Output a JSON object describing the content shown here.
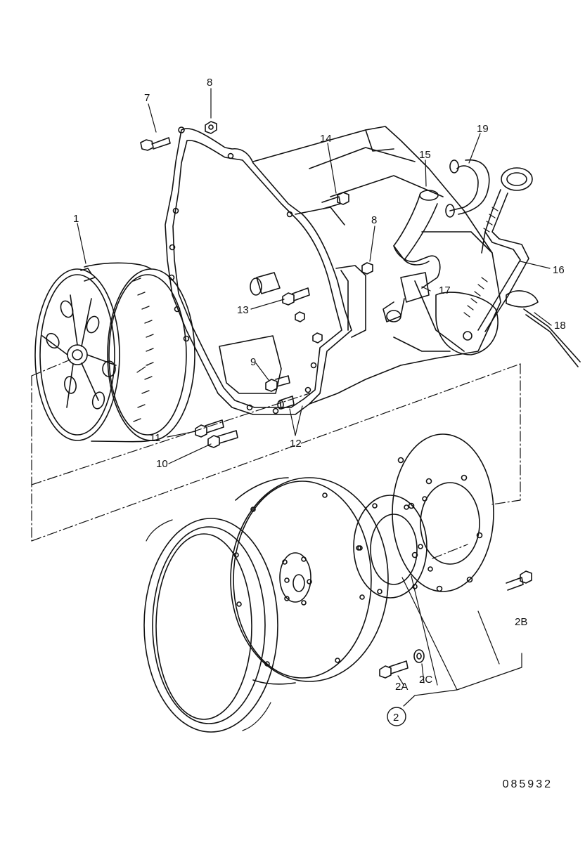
{
  "colors": {
    "ink": "#111111",
    "paper": "#ffffff"
  },
  "callouts": {
    "c1": "1",
    "c2": "2",
    "c2A": "2A",
    "c2B": "2B",
    "c2C": "2C",
    "c7": "7",
    "c8a": "8",
    "c8b": "8",
    "c9": "9",
    "c10": "10",
    "c11": "11",
    "c12": "12",
    "c13": "13",
    "c14": "14",
    "c15": "15",
    "c16": "16",
    "c17": "17",
    "c18": "18",
    "c19": "19"
  },
  "reference_number": "085932"
}
